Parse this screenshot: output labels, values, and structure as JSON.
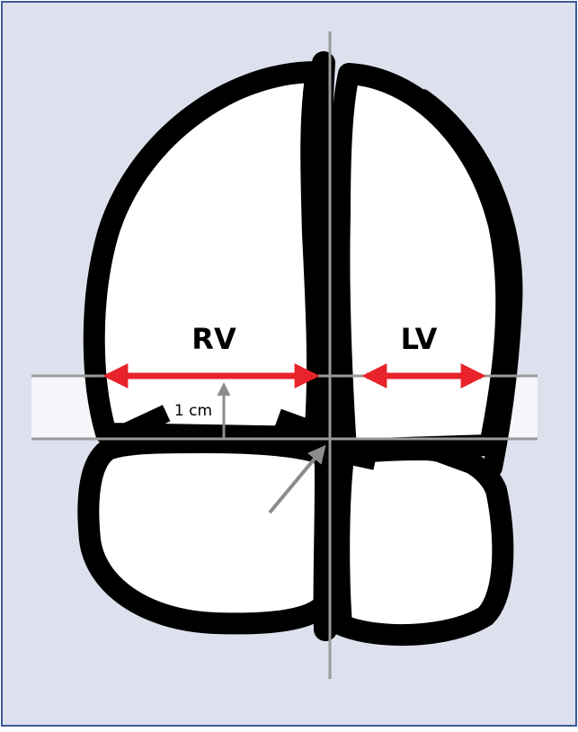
{
  "diagram": {
    "labels": {
      "rv": "RV",
      "lv": "LV",
      "scale": "1 cm"
    },
    "colors": {
      "background": "#dde1ee",
      "frame": "#3c5a96",
      "band": "#f5f6fa",
      "wall": "#000000",
      "chamber": "#ffffff",
      "guide_line": "#9a9a9a",
      "measure_arrow": "#e8232a",
      "pointer_arrow": "#8c8c8c"
    }
  }
}
